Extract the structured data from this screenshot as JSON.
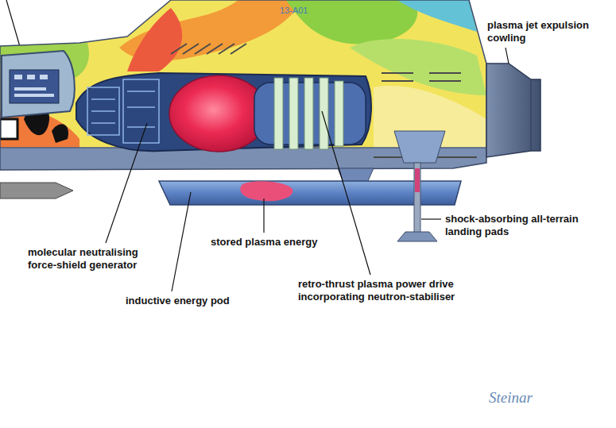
{
  "diagram": {
    "labels": [
      "plasma jet expulsion cowling",
      "molecular neutralising force-shield generator",
      "stored plasma energy",
      "inductive energy pod",
      "retro-thrust plasma power drive incorporating neutron-stabiliser",
      "shock-absorbing all-terrain landing pads",
      "13-A01",
      "Steinar"
    ]
  }
}
